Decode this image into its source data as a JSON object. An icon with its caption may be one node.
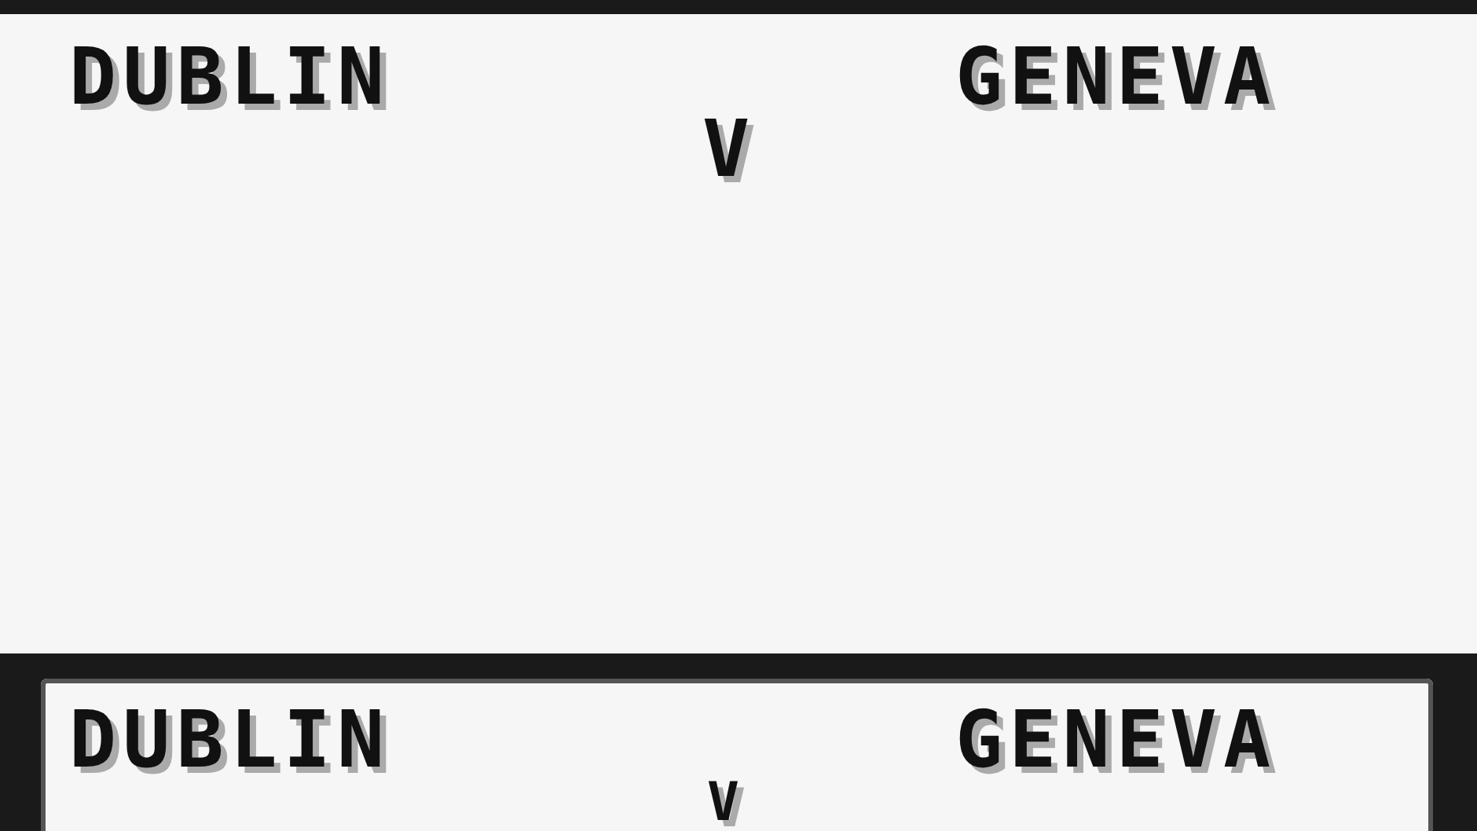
{
  "diagram": {
    "labels": [
      "DUBLIN",
      "V",
      "GENEVA",
      "DUBLIN",
      "V",
      "GENEVA"
    ]
  }
}
